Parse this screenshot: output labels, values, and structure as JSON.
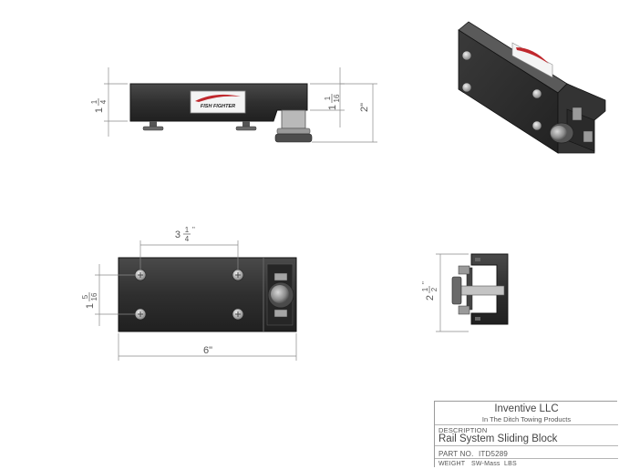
{
  "dimensions": {
    "side_height": {
      "whole": "1",
      "num": "1",
      "den": "4"
    },
    "side_step": {
      "whole": "1",
      "num": "1",
      "den": "16"
    },
    "side_total": "2\"",
    "top_hole_spacing": {
      "whole": "3",
      "num": "1",
      "den": "4"
    },
    "top_hole_vertical": {
      "whole": "1",
      "num": "5",
      "den": "16"
    },
    "top_length": "6\"",
    "end_height": {
      "whole": "2",
      "num": "1",
      "den": "2"
    }
  },
  "label_logo": "FISH FIGHTER",
  "title_block": {
    "company": "Inventive LLC",
    "subtitle": "In The Ditch Towing Products",
    "description_label": "DESCRIPTION",
    "description": "Rail System Sliding Block",
    "part_label": "PART NO.",
    "part_no": "ITD5289",
    "weight_label": "WEIGHT",
    "weight_value": "SW-Mass",
    "weight_unit": "LBS"
  },
  "colors": {
    "body": "#2e2e2e",
    "body_edge": "#1a1a1a",
    "dim_line": "#8a8a8a",
    "logo_red": "#c0282d"
  }
}
